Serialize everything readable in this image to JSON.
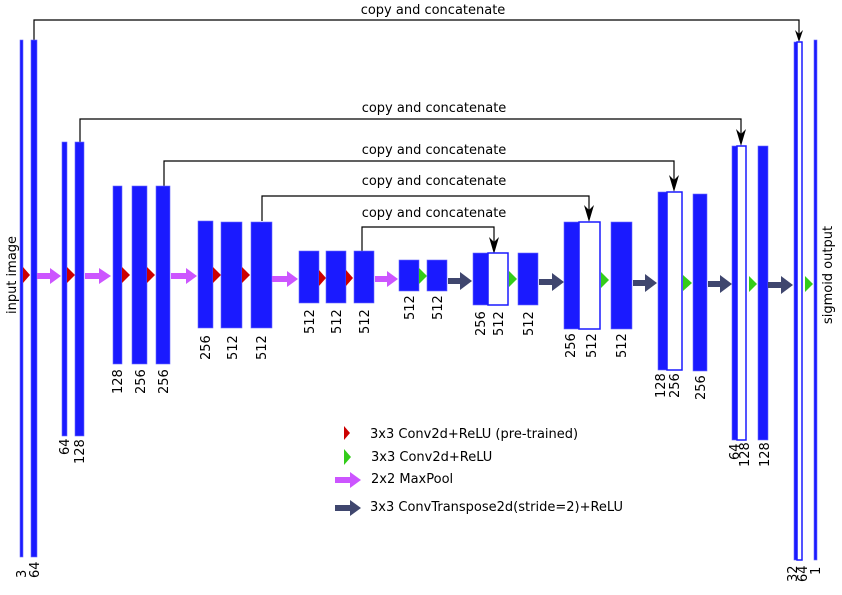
{
  "title": "U-Net style encoder-decoder architecture",
  "colors": {
    "feature_map": "#1a1aff",
    "conv_pretrained": "#cc0000",
    "conv": "#33cc1a",
    "maxpool": "#cc55ff",
    "convtranspose": "#3f466e",
    "skip_line": "#000000"
  },
  "side_labels": {
    "input": "input image",
    "output": "sigmoid output"
  },
  "skip_connections": [
    {
      "label": "copy and concatenate"
    },
    {
      "label": "copy and concatenate"
    },
    {
      "label": "copy and concatenate"
    },
    {
      "label": "copy and concatenate"
    },
    {
      "label": "copy and concatenate"
    }
  ],
  "encoder": {
    "level1": [
      "3",
      "64"
    ],
    "level2": [
      "64",
      "128"
    ],
    "level3": [
      "128",
      "256",
      "256"
    ],
    "level4": [
      "256",
      "512",
      "512"
    ],
    "level5": [
      "512",
      "512",
      "512"
    ],
    "bottleneck": [
      "512",
      "512"
    ]
  },
  "decoder": {
    "level5": [
      "256",
      "512",
      "512"
    ],
    "level4": [
      "256",
      "512",
      "512"
    ],
    "level3": [
      "128",
      "256",
      "256"
    ],
    "level2": [
      "64",
      "128",
      "128"
    ],
    "level1": [
      "32",
      "64",
      "1"
    ]
  },
  "legend": [
    {
      "icon": "red-triangle-icon",
      "label": "3x3 Conv2d+ReLU (pre-trained)"
    },
    {
      "icon": "green-triangle-icon",
      "label": "3x3 Conv2d+ReLU"
    },
    {
      "icon": "purple-arrow-icon",
      "label": "2x2 MaxPool"
    },
    {
      "icon": "dark-arrow-icon",
      "label": "3x3 ConvTranspose2d(stride=2)+ReLU"
    }
  ]
}
